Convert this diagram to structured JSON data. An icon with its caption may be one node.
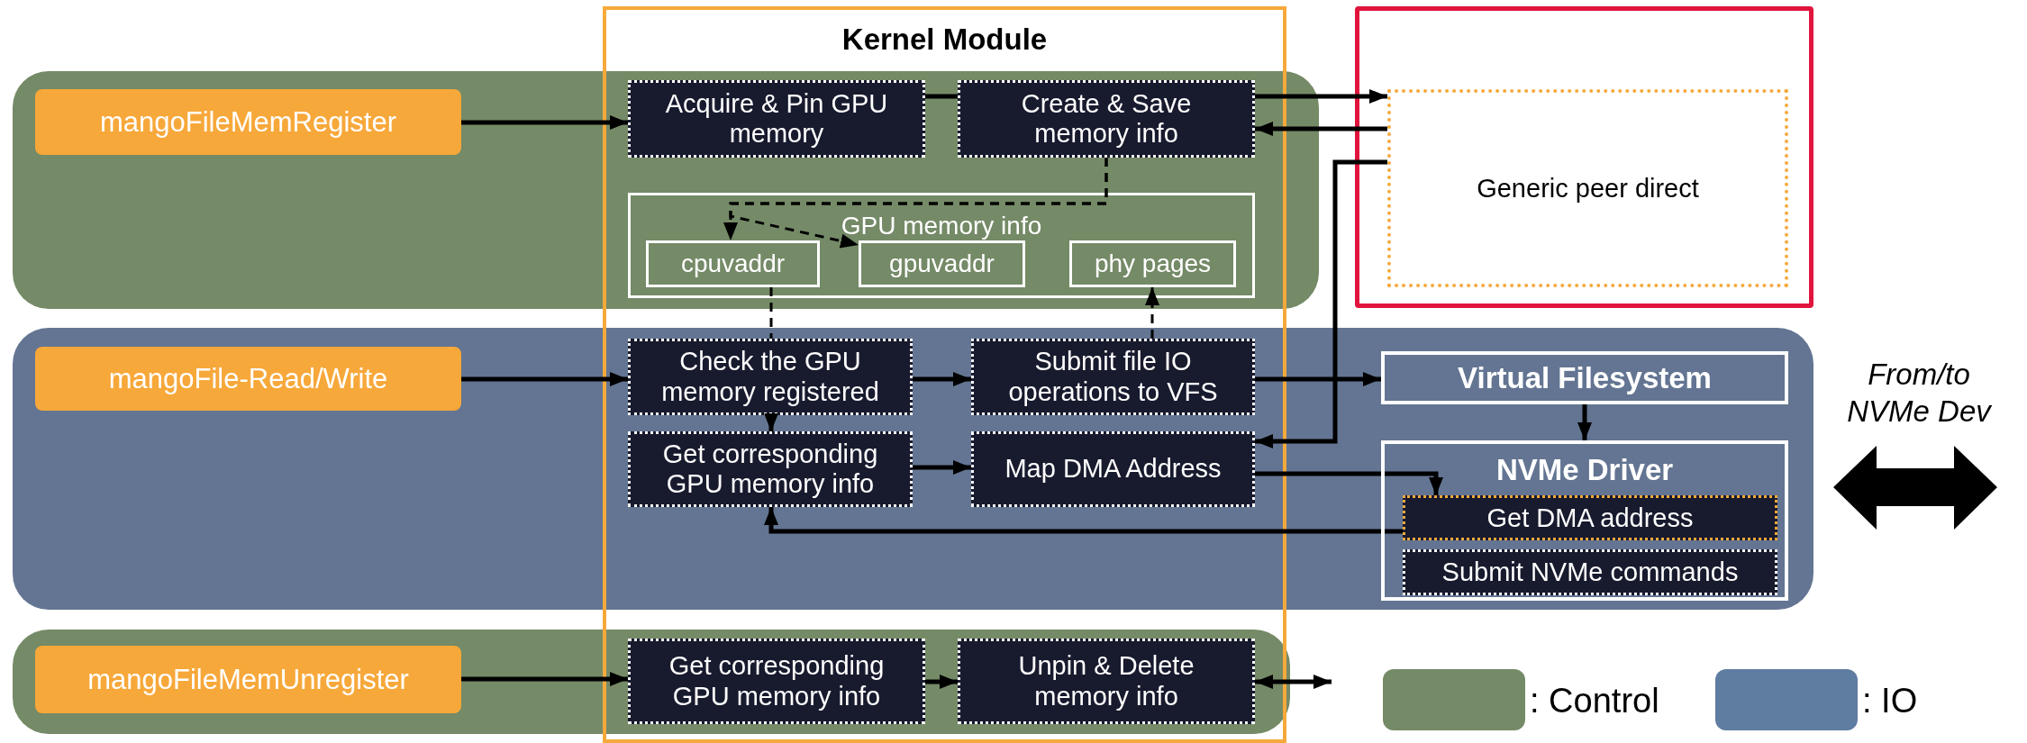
{
  "diagram": {
    "nodes": [
      {
        "text": [
          "Kernel Module"
        ]
      },
      {
        "text": [],
        "shape": "box"
      },
      {
        "text": [
          "Generic peer direct"
        ],
        "in": 1
      },
      {
        "text": [
          "mangoFileMemRegister"
        ]
      },
      {
        "text": [
          "Acquire & Pin GPU memory"
        ],
        "in": 0
      },
      {
        "text": [
          "Create & Save memory info"
        ],
        "in": 0
      },
      {
        "text": [
          "GPU memory info"
        ],
        "in": 0
      },
      {
        "text": [
          "cpuvaddr"
        ],
        "in": 6
      },
      {
        "text": [
          "gpuvaddr"
        ],
        "in": 6
      },
      {
        "text": [
          "phy pages"
        ],
        "in": 6
      },
      {
        "text": [
          "mangoFile-Read/Write"
        ]
      },
      {
        "text": [
          "Check the GPU memory registered"
        ],
        "in": 0
      },
      {
        "text": [
          "Submit file IO operations to VFS"
        ],
        "in": 0
      },
      {
        "text": [
          "Virtual Filesystem"
        ]
      },
      {
        "text": [
          "Get corresponding GPU memory info"
        ],
        "in": 0
      },
      {
        "text": [
          "Map DMA Address"
        ],
        "in": 0
      },
      {
        "text": [
          "NVMe Driver"
        ]
      },
      {
        "text": [
          "Get DMA address"
        ],
        "in": 16
      },
      {
        "text": [
          "Submit NVMe commands"
        ],
        "in": 16
      },
      {
        "text": [
          "mangoFileMemUnregister"
        ]
      },
      {
        "text": [
          "Get corresponding GPU memory info"
        ],
        "in": 0
      },
      {
        "text": [
          "Unpin & Delete memory info"
        ],
        "in": 0
      }
    ],
    "edges": [
      {
        "from": 3,
        "to": 4,
        "arrow": "to"
      },
      {
        "from": 4,
        "to": 5,
        "arrow": "none"
      },
      {
        "from": 5,
        "to": 2,
        "arrow": "to"
      },
      {
        "from": 2,
        "to": 5,
        "arrow": "to"
      },
      {
        "from": 2,
        "to": 15,
        "arrow": "to"
      },
      {
        "from": 5,
        "to": 7,
        "arrow": "to",
        "style": "dashed"
      },
      {
        "from": 5,
        "to": 8,
        "arrow": "to",
        "style": "dashed"
      },
      {
        "from": 7,
        "to": 11,
        "arrow": "none",
        "style": "dashed"
      },
      {
        "from": 12,
        "to": 9,
        "arrow": "to",
        "style": "dashed"
      },
      {
        "from": 10,
        "to": 11,
        "arrow": "to"
      },
      {
        "from": 11,
        "to": 12,
        "arrow": "to"
      },
      {
        "from": 12,
        "to": 13,
        "arrow": "to"
      },
      {
        "from": 11,
        "to": 14,
        "arrow": "to"
      },
      {
        "from": 14,
        "to": 15,
        "arrow": "to"
      },
      {
        "from": 15,
        "to": 17,
        "arrow": "to"
      },
      {
        "from": 17,
        "to": 14,
        "arrow": "to"
      },
      {
        "from": 13,
        "to": 16,
        "arrow": "to"
      },
      {
        "from": 19,
        "to": 20,
        "arrow": "to"
      },
      {
        "from": 20,
        "to": 21,
        "arrow": "to"
      },
      {
        "from": 21,
        "to": null,
        "arrow": "both"
      }
    ],
    "labels": [
      "From/to NVMe Dev"
    ],
    "legend": [
      {
        "text": ": Control",
        "color": "#758a67"
      },
      {
        "text": ": IO",
        "color": "#5f7ca1"
      }
    ]
  }
}
